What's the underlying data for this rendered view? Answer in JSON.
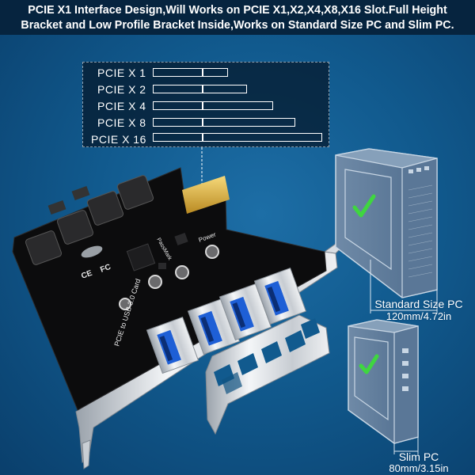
{
  "banner": {
    "line1": "PCIE X1 Interface Design,Will Works on PCIE X1,X2,X4,X8,X16 Slot.Full Height",
    "line2": "Bracket and Low Profile Bracket Inside,Works on Standard Size PC and Slim PC."
  },
  "slots": [
    {
      "label": "PCIE X 1"
    },
    {
      "label": "PCIE X 2"
    },
    {
      "label": "PCIE X 4"
    },
    {
      "label": "PCIE X 8"
    },
    {
      "label": "PCIE X 16"
    }
  ],
  "board": {
    "silk_title": "PCIE to USB 3.0 Card",
    "silk_power": "Power",
    "silk_ce": "CE",
    "silk_fcc": "FC",
    "silk_small": "PassMark"
  },
  "standard_pc": {
    "title": "Standard Size PC",
    "size": "120mm/4.72in"
  },
  "slim_pc": {
    "title": "Slim PC",
    "size": "80mm/3.15in"
  },
  "colors": {
    "check": "#3fd63f",
    "usb_blue": "#1e5fd6",
    "background": "#115a8e",
    "banner": "#06243f"
  }
}
